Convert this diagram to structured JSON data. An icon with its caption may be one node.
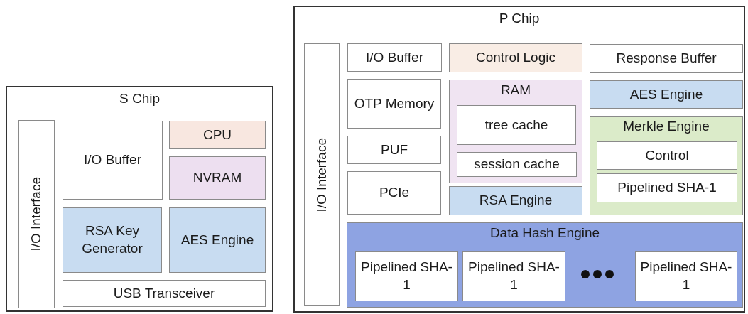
{
  "diagram": {
    "nodes": [
      {
        "text": [
          "S Chip"
        ]
      },
      {
        "text": [
          "I/O Interface"
        ],
        "in": 0
      },
      {
        "text": [
          "I/O Buffer"
        ],
        "in": 0
      },
      {
        "text": [
          "CPU"
        ],
        "in": 0
      },
      {
        "text": [
          "NVRAM"
        ],
        "in": 0
      },
      {
        "text": [
          "RSA Key Generator"
        ],
        "in": 0
      },
      {
        "text": [
          "AES Engine"
        ],
        "in": 0
      },
      {
        "text": [
          "USB Transceiver"
        ],
        "in": 0
      },
      {
        "text": [
          "P Chip"
        ]
      },
      {
        "text": [
          "I/O Interface"
        ],
        "in": 8
      },
      {
        "text": [
          "I/O Buffer"
        ],
        "in": 8
      },
      {
        "text": [
          "Control Logic"
        ],
        "in": 8
      },
      {
        "text": [
          "Response Buffer"
        ],
        "in": 8
      },
      {
        "text": [
          "OTP Memory"
        ],
        "in": 8
      },
      {
        "text": [
          "RAM"
        ],
        "in": 8
      },
      {
        "text": [
          "tree cache"
        ],
        "in": 14
      },
      {
        "text": [
          "session cache"
        ],
        "in": 14
      },
      {
        "text": [
          "AES Engine"
        ],
        "in": 8
      },
      {
        "text": [
          "Merkle Engine"
        ],
        "in": 8
      },
      {
        "text": [
          "Control"
        ],
        "in": 18
      },
      {
        "text": [
          "Pipelined SHA-1"
        ],
        "in": 18
      },
      {
        "text": [
          "PUF"
        ],
        "in": 8
      },
      {
        "text": [
          "PCIe"
        ],
        "in": 8
      },
      {
        "text": [
          "RSA Engine"
        ],
        "in": 8
      },
      {
        "text": [
          "Data Hash Engine"
        ],
        "in": 8
      },
      {
        "text": [
          "Pipelined SHA-1"
        ],
        "in": 24
      },
      {
        "text": [
          "Pipelined SHA-1"
        ],
        "in": 24
      },
      {
        "text": [
          "Pipelined SHA-1"
        ],
        "in": 24
      }
    ]
  }
}
